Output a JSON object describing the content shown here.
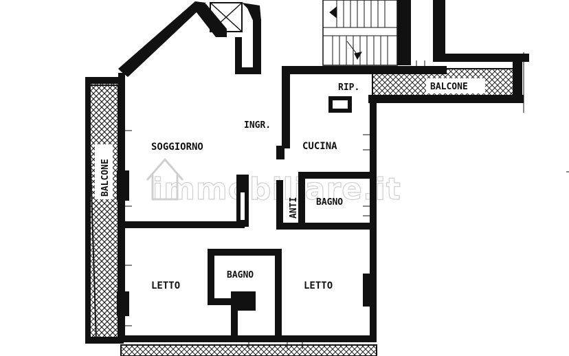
{
  "rooms": {
    "soggiorno": "SOGGIORNO",
    "ingresso": "INGR.",
    "cucina": "CUCINA",
    "ripostiglio": "RIP.",
    "anti": "ANTI",
    "bagno_top": "BAGNO",
    "letto_left": "LETTO",
    "bagno_center": "BAGNO",
    "letto_right": "LETTO"
  },
  "balconies": {
    "left": "BALCONE",
    "right": "BALCONE"
  },
  "watermark": {
    "text": "immobiliare.it",
    "color": "#cfcfcf"
  },
  "colors": {
    "wall": "#111111",
    "background": "#ffffff"
  }
}
